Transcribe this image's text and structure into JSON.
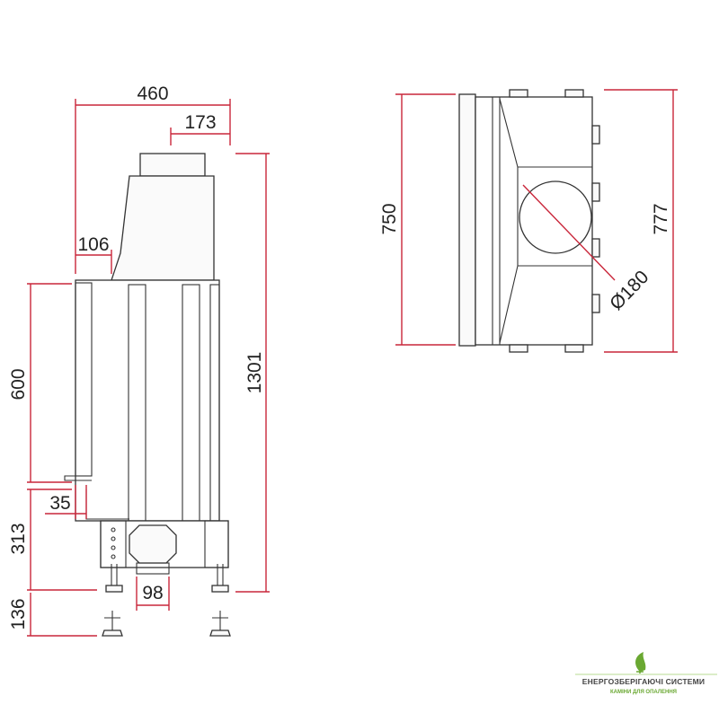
{
  "dimensions": {
    "width_total": "460",
    "flue_offset": "173",
    "top_step": "106",
    "height_total": "1301",
    "glass_height": "600",
    "front_offset": "35",
    "base_height": "313",
    "leg_height": "136",
    "base_width": "98",
    "plan_depth_outer": "750",
    "plan_depth_total": "777",
    "flue_diameter": "Ø180"
  },
  "logo": {
    "name": "ЕНЕРГОЗБЕРІГАЮЧІ СИСТЕМИ",
    "tagline": "КАМІНИ ДЛЯ ОПАЛЕННЯ"
  },
  "colors": {
    "dimension": "#c9263a",
    "outline": "#333333",
    "logo_green": "#6aa832"
  }
}
